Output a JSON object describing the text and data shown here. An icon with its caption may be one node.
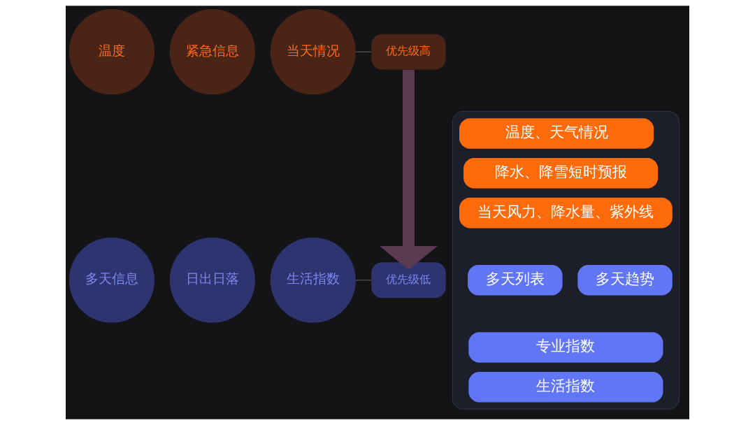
{
  "diagram": {
    "nodes": [
      {
        "text": [
          "温度"
        ]
      },
      {
        "text": [
          "紧急信息"
        ]
      },
      {
        "text": [
          "当天情况"
        ]
      },
      {
        "text": [
          "优先级高"
        ]
      },
      {
        "text": [],
        "shape": "box"
      },
      {
        "text": [
          "温度、天气情况"
        ],
        "in": 4
      },
      {
        "text": [
          "降水、降雪短时预报"
        ],
        "in": 4
      },
      {
        "text": [
          "当天风力、降水量、紫外线"
        ],
        "in": 4
      },
      {
        "text": [
          "多天列表"
        ],
        "in": 4
      },
      {
        "text": [
          "多天趋势"
        ],
        "in": 4
      },
      {
        "text": [
          "专业指数"
        ],
        "in": 4
      },
      {
        "text": [
          "生活指数"
        ],
        "in": 4
      },
      {
        "text": [
          "多天信息"
        ]
      },
      {
        "text": [
          "日出日落"
        ]
      },
      {
        "text": [
          "生活指数"
        ]
      },
      {
        "text": [
          "优先级低"
        ]
      }
    ],
    "edges": [
      {
        "from": 2,
        "to": 3,
        "arrow": "none"
      },
      {
        "from": 3,
        "to": 15,
        "arrow": "to",
        "style": "thick"
      },
      {
        "from": 14,
        "to": 15,
        "arrow": "none"
      }
    ]
  }
}
